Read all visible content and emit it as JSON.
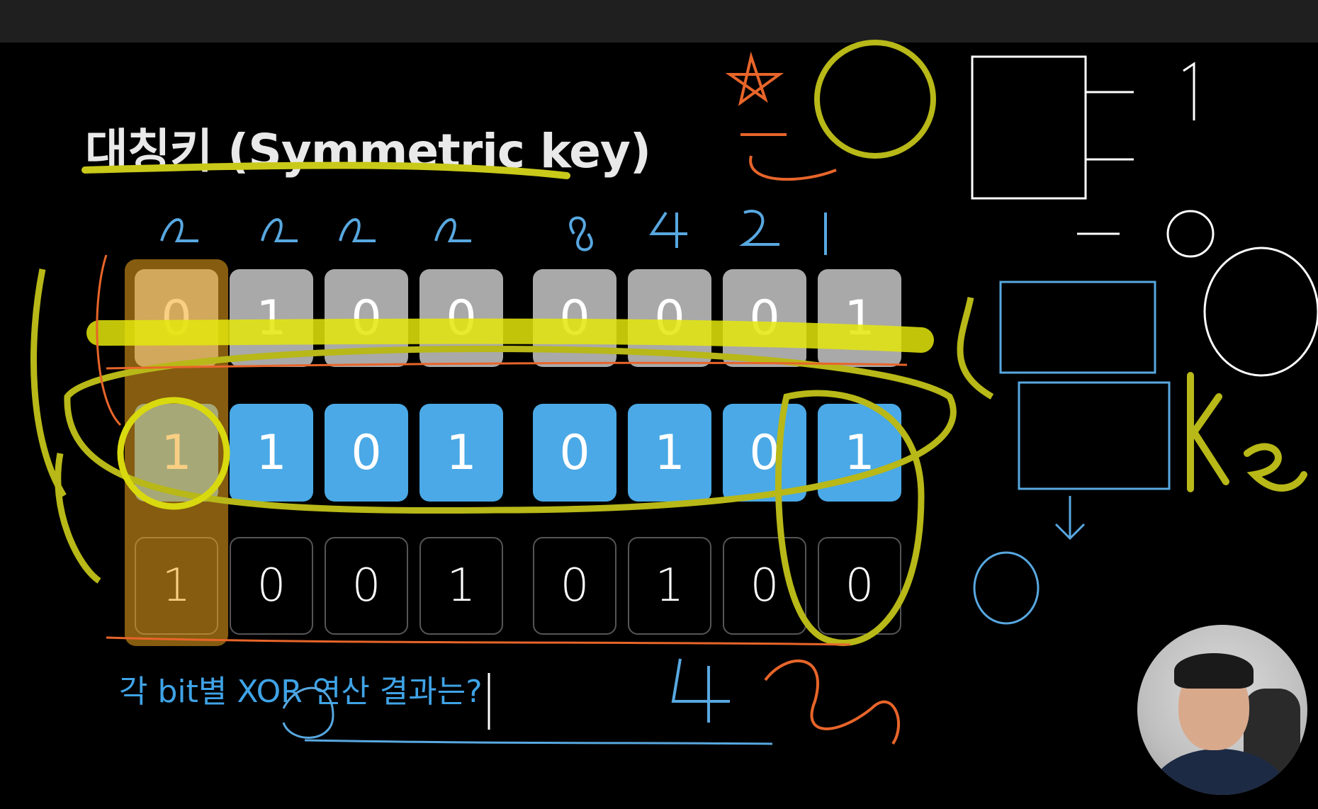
{
  "title": "대칭키 (Symmetric key)",
  "row_plain": [
    "0",
    "1",
    "0",
    "0",
    "0",
    "0",
    "0",
    "1"
  ],
  "row_key": [
    "1",
    "1",
    "0",
    "1",
    "0",
    "1",
    "0",
    "1"
  ],
  "row_result": [
    "1",
    "0",
    "0",
    "1",
    "0",
    "1",
    "0",
    "0"
  ],
  "question": "각 bit별 XOR 연산 결과는?",
  "colors": {
    "gray_cell": "#a9a9a9",
    "blue_cell": "#4aa9e6",
    "highlight_yellow": "#e4e60c",
    "highlight_orange": "#f2a81d",
    "ink_orange": "#e8652a",
    "ink_blue": "#58a8e0",
    "ink_white": "#ffffff"
  }
}
